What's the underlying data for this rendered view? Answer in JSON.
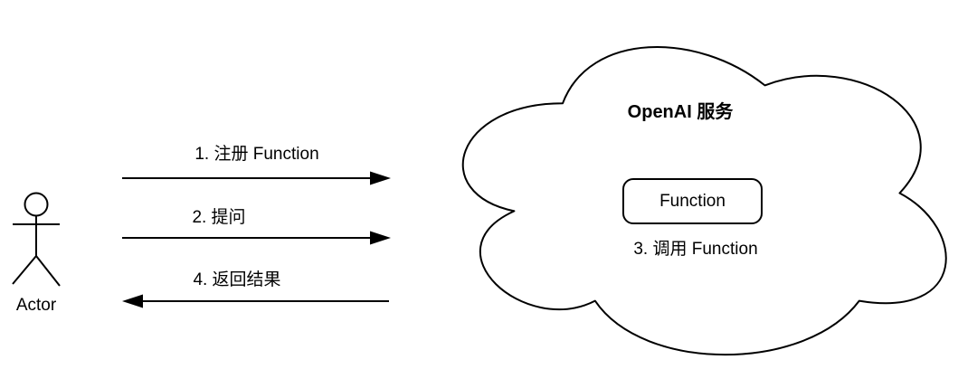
{
  "diagram": {
    "actor": {
      "label": "Actor"
    },
    "steps": {
      "register": {
        "label": "1. 注册 Function",
        "direction": "right",
        "from": "Actor",
        "to": "OpenAI 服务"
      },
      "ask": {
        "label": "2. 提问",
        "direction": "right",
        "from": "Actor",
        "to": "OpenAI 服务"
      },
      "call": {
        "label": "3. 调用 Function",
        "location": "inside-cloud"
      },
      "return": {
        "label": "4. 返回结果",
        "direction": "left",
        "from": "OpenAI 服务",
        "to": "Actor"
      }
    },
    "cloud": {
      "title": "OpenAI 服务",
      "function_box_label": "Function"
    },
    "colors": {
      "stroke": "#000000",
      "background": "#ffffff",
      "text": "#000000"
    }
  }
}
